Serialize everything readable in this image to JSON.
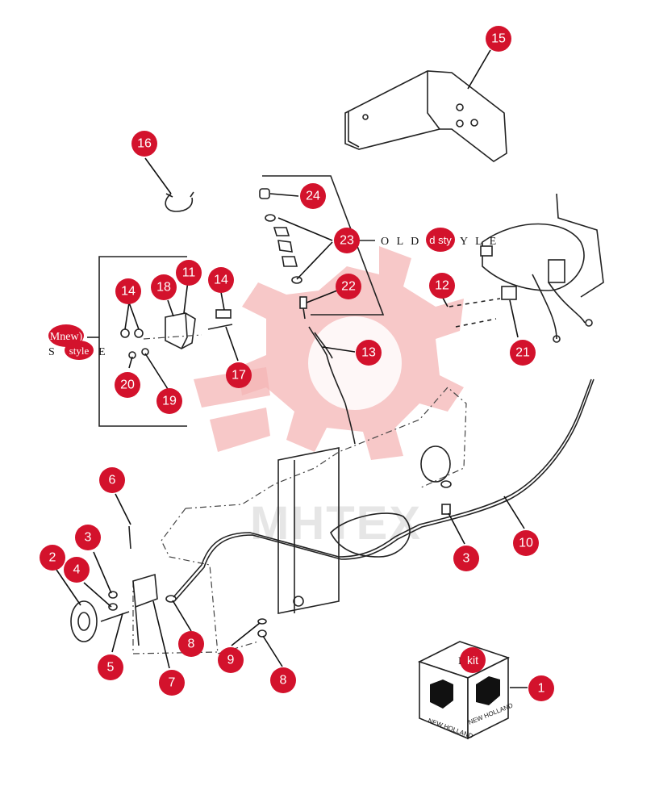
{
  "callouts": [
    {
      "id": "c-15",
      "label": "15"
    },
    {
      "id": "c-16",
      "label": "16"
    },
    {
      "id": "c-24",
      "label": "24"
    },
    {
      "id": "c-23",
      "label": "23"
    },
    {
      "id": "c-22",
      "label": "22"
    },
    {
      "id": "c-13",
      "label": "13"
    },
    {
      "id": "c-12",
      "label": "12"
    },
    {
      "id": "c-21",
      "label": "21"
    },
    {
      "id": "c-18",
      "label": "18"
    },
    {
      "id": "c-11",
      "label": "11"
    },
    {
      "id": "c-14a",
      "label": "14"
    },
    {
      "id": "c-14b",
      "label": "14"
    },
    {
      "id": "c-17",
      "label": "17"
    },
    {
      "id": "c-20",
      "label": "20"
    },
    {
      "id": "c-19",
      "label": "19"
    },
    {
      "id": "c-6",
      "label": "6"
    },
    {
      "id": "c-3a",
      "label": "3"
    },
    {
      "id": "c-2",
      "label": "2"
    },
    {
      "id": "c-4",
      "label": "4"
    },
    {
      "id": "c-5",
      "label": "5"
    },
    {
      "id": "c-7",
      "label": "7"
    },
    {
      "id": "c-8a",
      "label": "8"
    },
    {
      "id": "c-9",
      "label": "9"
    },
    {
      "id": "c-8b",
      "label": "8"
    },
    {
      "id": "c-3b",
      "label": "3"
    },
    {
      "id": "c-10",
      "label": "10"
    },
    {
      "id": "c-1",
      "label": "1"
    }
  ],
  "labels": {
    "old_style": "O L D",
    "old_style_badge": "d sty",
    "old_style_tail": "Y L E",
    "new_style_badge": "Mnew)",
    "new_style_line2_a": "S",
    "new_style_line2_badge": "style",
    "new_style_line2_b": "E",
    "kit_badge": "kit",
    "kit_prefix": "I"
  },
  "box": {
    "brand_text": "NEW HOLLAND"
  },
  "watermark": {
    "text": "MHTEX"
  }
}
